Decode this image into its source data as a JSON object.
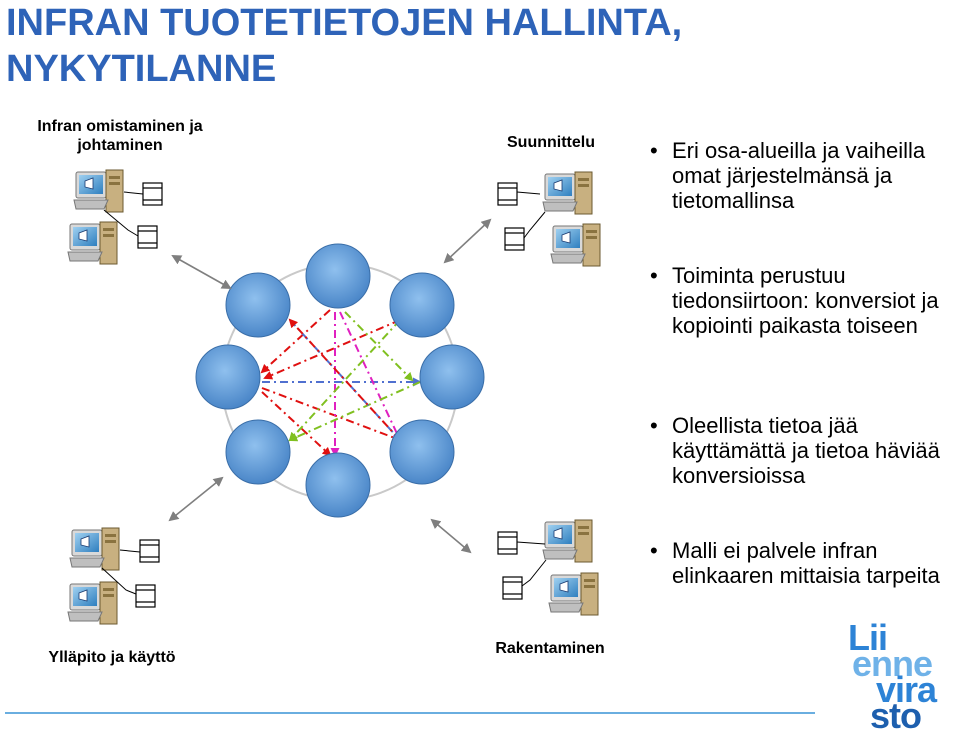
{
  "title_line1": "INFRAN TUOTETIETOJEN HALLINTA,",
  "title_line2": "NYKYTILANNE",
  "corners": {
    "top_left": "Infran omistaminen ja johtaminen",
    "top_right": "Suunnittelu",
    "bottom_left": "Ylläpito ja käyttö",
    "bottom_right": "Rakentaminen"
  },
  "bullets": [
    "Eri osa-alueilla ja vaiheilla omat järjestelmänsä ja tietomallinsa",
    "Toiminta perustuu tiedonsiirtoon: konversiot ja kopiointi paikasta toiseen",
    "Oleellista tietoa jää käyttämättä ja tietoa häviää konversioissa",
    "Malli ei palvele infran elinkaaren mittaisia tarpeita"
  ],
  "logo": [
    "Lii",
    "enne",
    "vira",
    "sto"
  ],
  "colors": {
    "title": "#2e63b8",
    "node_fill": "#5b9bd5",
    "ring": "#c9c9c9",
    "arrow": "#7f7f7f",
    "footer_line": "#6aaee0"
  },
  "icons": [
    "computer-icon",
    "document-icon",
    "bidirectional-arrow-icon"
  ]
}
